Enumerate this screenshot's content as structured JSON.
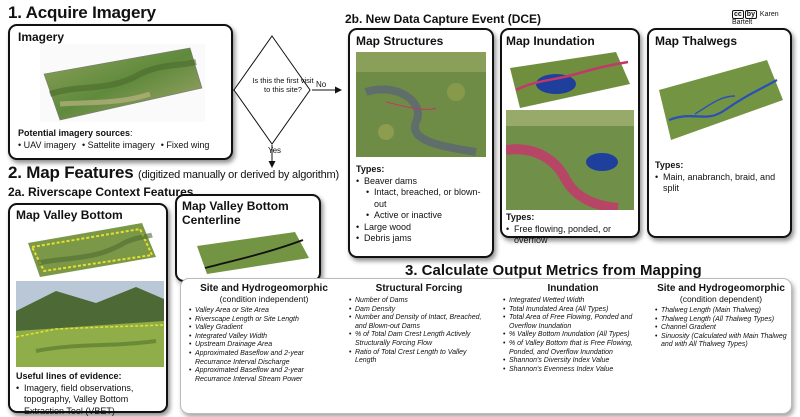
{
  "header": {
    "step1": "1. Acquire Imagery",
    "step2": "2. Map Features",
    "step2_note": "(digitized manually or derived by algorithm)",
    "step2a": "2a. Riverscape Context Features",
    "step2b": "2b. New Data Capture Event (DCE)",
    "step3": "3. Calculate Output Metrics from Mapping",
    "license_cc": "cc",
    "license_by": "by",
    "author": "Karen Bartelt"
  },
  "imagery": {
    "title": "Imagery",
    "sources_label": "Potential imagery sources",
    "sources_colon": ":",
    "sources": [
      "UAV imagery",
      "Sattelite imagery",
      "Fixed wing"
    ]
  },
  "decision": {
    "question": "Is this the first visit to this site?",
    "no": "No",
    "yes": "Yes"
  },
  "valley_bottom": {
    "title": "Map Valley Bottom",
    "evidence_label": "Useful lines of evidence:",
    "evidence": [
      "Imagery, field observations, topography, Valley Bottom Extraction Tool (VBET)"
    ]
  },
  "centerline": {
    "title_line1": "Map Valley Bottom",
    "title_line2": "Centerline"
  },
  "structures": {
    "title": "Map Structures",
    "types_label": "Types:",
    "types": [
      "Beaver dams"
    ],
    "beaver_sub": [
      "Intact, breached, or blown-out",
      "Active or inactive"
    ],
    "types_more": [
      "Large wood",
      "Debris jams"
    ]
  },
  "inundation": {
    "title": "Map Inundation",
    "types_label": "Types:",
    "types": [
      "Free flowing, ponded, or overflow"
    ]
  },
  "thalwegs": {
    "title": "Map Thalwegs",
    "types_label": "Types:",
    "types": [
      "Main, anabranch, braid, and split"
    ]
  },
  "metrics": {
    "site": {
      "title": "Site and Hydrogeomorphic",
      "sub": "(condition independent)",
      "items": [
        "Valley Area or Site Area",
        "Riverscape Length or Site Length",
        "Valley Gradient",
        "Integrated Valley Width",
        "Upstream Drainage Area",
        "Approximated Baseflow and 2-year Recurrance Interval Discharge",
        "Approximated Baseflow and 2-year Recurrance Interval Stream Power"
      ]
    },
    "structural": {
      "title": "Structural Forcing",
      "items": [
        "Number of Dams",
        "Dam Density",
        "Number and Density of Intact, Breached, and Blown-out Dams",
        "% of Total Dam Crest Length Actively Structurally Forcing Flow",
        "Ratio of Total Crest Length to Valley Length"
      ]
    },
    "inundation": {
      "title": "Inundation",
      "items": [
        "Integrated Wetted Width",
        "Total Inundated Area (All Types)",
        "Total Area of Free Flowing, Ponded and Overflow Inundation",
        "% Valley Bottom Inundation (All Types)",
        "% of Valley Bottom that is Free Flowing, Ponded, and Overflow Inundation",
        "Shannon's Diversity Index Value",
        "Shannon's Evenness Index Value"
      ]
    },
    "site_dep": {
      "title": "Site and Hydrogeomorphic",
      "sub": "(condition dependent)",
      "items": [
        "Thalweg Length (Main Thalweg)",
        "Thalweg Length (All Thalweg Types)",
        "Channel Gradient",
        "Sinuosity (Calculated with Main Thalweg and with All Thalweg Types)"
      ]
    }
  },
  "colors": {
    "valley_outline": "#e8e02a",
    "centerline": "#111111",
    "inundation": "#1f3f9c",
    "overflow": "#c2386b",
    "thalweg": "#2a4fb8",
    "vegetation": "#6f8f3e"
  }
}
